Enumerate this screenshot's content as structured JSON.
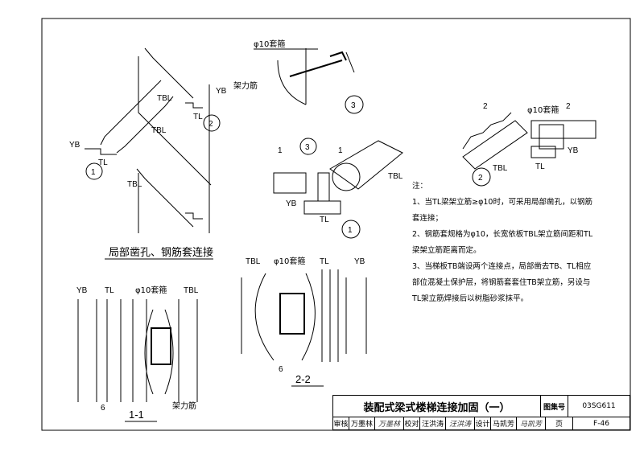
{
  "drawing": {
    "labels": {
      "yb": "YB",
      "tl": "TL",
      "tbl": "TBL",
      "sleeve": "φ10套箍",
      "erect_bar": "架力筋",
      "dim_6": "6",
      "section_1": "1",
      "section_2": "2",
      "detail_1": "1",
      "detail_2": "2",
      "detail_3": "3",
      "section_1_1": "1-1",
      "section_2_2": "2-2",
      "caption_main": "局部凿孔、钢筋套连接"
    }
  },
  "notes": {
    "heading": "注：",
    "lines": [
      "1、当TL梁架立筋≥φ10时，可采用局部凿孔，以钢筋",
      "套连接；",
      "2、钢筋套规格为φ10，长宽依板TBL架立筋间距和TL",
      "梁架立筋距离而定。",
      "3、当梯板TB端设两个连接点，局部凿去TB、TL相应",
      "部位混凝土保护层，将钢筋套套住TB架立筋，另设与",
      "TL架立筋焊接后以树脂砂浆抹平。"
    ]
  },
  "title_block": {
    "title": "装配式梁式楼梯连接加固（一）",
    "atlas_label": "图集号",
    "atlas_no": "03SG611",
    "review_label": "审核",
    "review_name": "万墨林",
    "review_sig": "万墨林",
    "check_label": "校对",
    "check_name": "汪洪涛",
    "check_sig": "汪洪涛",
    "design_label": "设计",
    "design_name": "马凯芳",
    "design_sig": "马凯芳",
    "page_label": "页",
    "page_no": "F-46"
  }
}
